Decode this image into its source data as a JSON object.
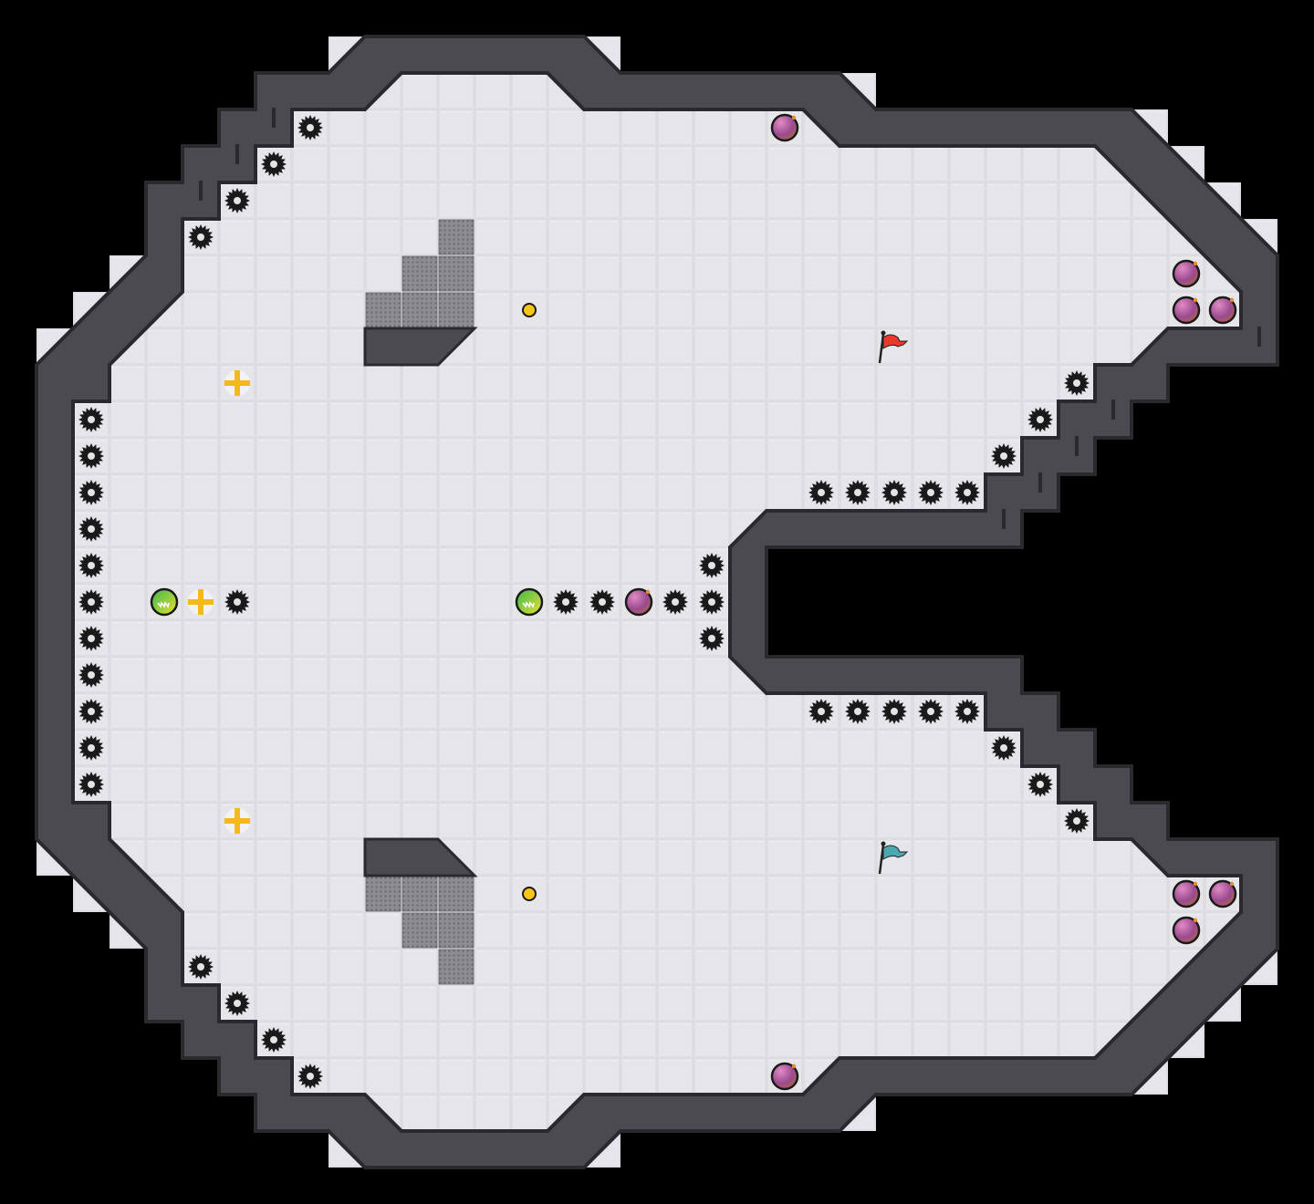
{
  "level": {
    "colors": {
      "background": "#000000",
      "floor": "#e4e3e8",
      "floor_line": "#d2d1d6",
      "wall": "#4b4a50",
      "wall_edge": "#2a292e",
      "grate": "#8a898e",
      "saw": "#1a1a1a",
      "bomb": "#a04a8a",
      "green_ball": "#7cc840",
      "cross": "#f4b81c",
      "coin": "#f5c518",
      "flag_red": "#e8382c",
      "flag_teal": "#4aa8b0"
    },
    "entities": {
      "saw": "saw-blade",
      "bomb": "bomb",
      "green_ball": "speed-ball",
      "cross": "cross-powerup",
      "coin": "coin",
      "flag_red": "red-flag",
      "flag_teal": "teal-flag",
      "grate": "metal-grate-block"
    }
  }
}
